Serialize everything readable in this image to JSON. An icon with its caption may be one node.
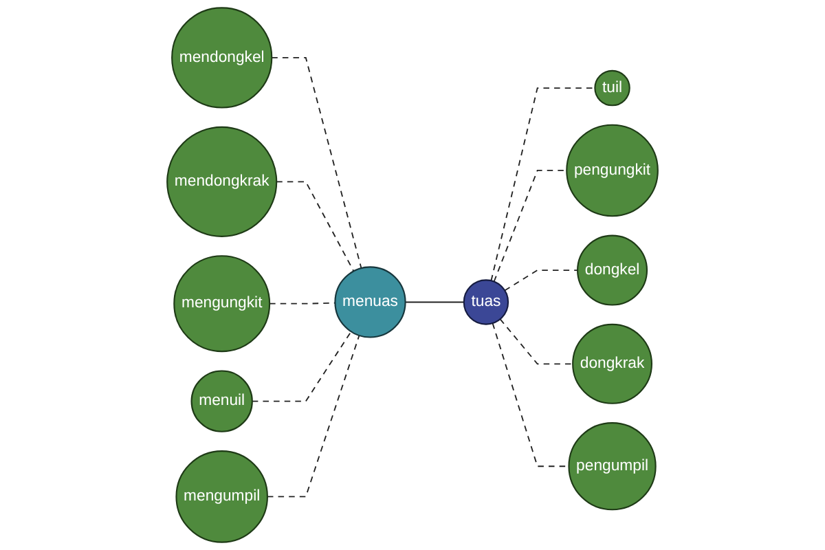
{
  "diagram": {
    "nodes": [
      {
        "text": [
          "mendongkel"
        ]
      },
      {
        "text": [
          "mendongkrak"
        ]
      },
      {
        "text": [
          "mengungkit"
        ]
      },
      {
        "text": [
          "menuil"
        ]
      },
      {
        "text": [
          "mengumpil"
        ]
      },
      {
        "text": [
          "menuas"
        ]
      },
      {
        "text": [
          "tuas"
        ]
      },
      {
        "text": [
          "tuil"
        ]
      },
      {
        "text": [
          "pengungkit"
        ]
      },
      {
        "text": [
          "dongkel"
        ]
      },
      {
        "text": [
          "dongkrak"
        ]
      },
      {
        "text": [
          "pengumpil"
        ]
      }
    ],
    "edges": [
      {
        "from": 0,
        "to": 5,
        "arrow": "none",
        "style": "dashed"
      },
      {
        "from": 1,
        "to": 5,
        "arrow": "none",
        "style": "dashed"
      },
      {
        "from": 2,
        "to": 5,
        "arrow": "none",
        "style": "dashed"
      },
      {
        "from": 3,
        "to": 5,
        "arrow": "none",
        "style": "dashed"
      },
      {
        "from": 4,
        "to": 5,
        "arrow": "none",
        "style": "dashed"
      },
      {
        "from": 5,
        "to": 6,
        "arrow": "none"
      },
      {
        "from": 6,
        "to": 7,
        "arrow": "none",
        "style": "dashed"
      },
      {
        "from": 6,
        "to": 8,
        "arrow": "none",
        "style": "dashed"
      },
      {
        "from": 6,
        "to": 9,
        "arrow": "none",
        "style": "dashed"
      },
      {
        "from": 6,
        "to": 10,
        "arrow": "none",
        "style": "dashed"
      },
      {
        "from": 6,
        "to": 11,
        "arrow": "none",
        "style": "dashed"
      }
    ]
  }
}
